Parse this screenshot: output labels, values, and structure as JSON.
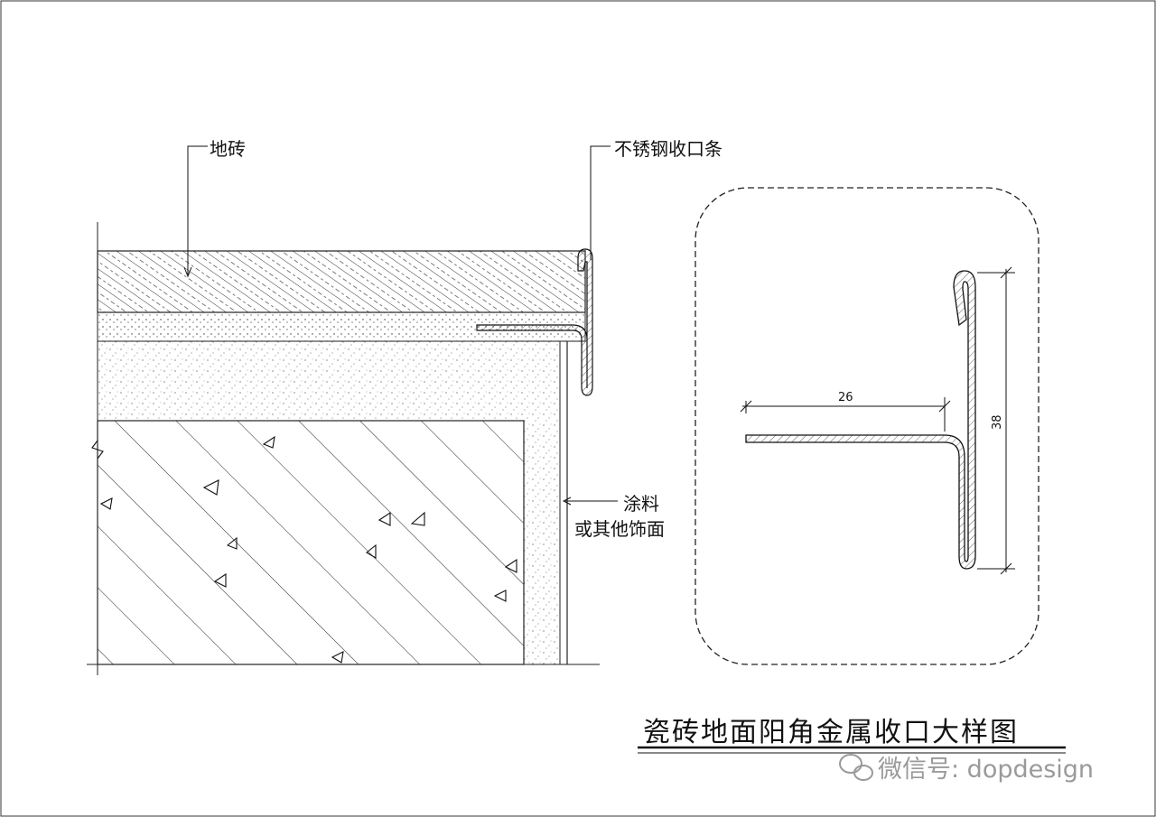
{
  "labels": {
    "floor_tile": "地砖",
    "stainless_strip": "不锈钢收口条",
    "coating_line1": "涂料",
    "coating_line2": "或其他饰面"
  },
  "title": "瓷砖地面阳角金属收口大样图",
  "dimensions": {
    "width": "26",
    "height": "38"
  },
  "watermark": {
    "text": "微信号: dopdesign",
    "icon": "wechat-icon"
  }
}
